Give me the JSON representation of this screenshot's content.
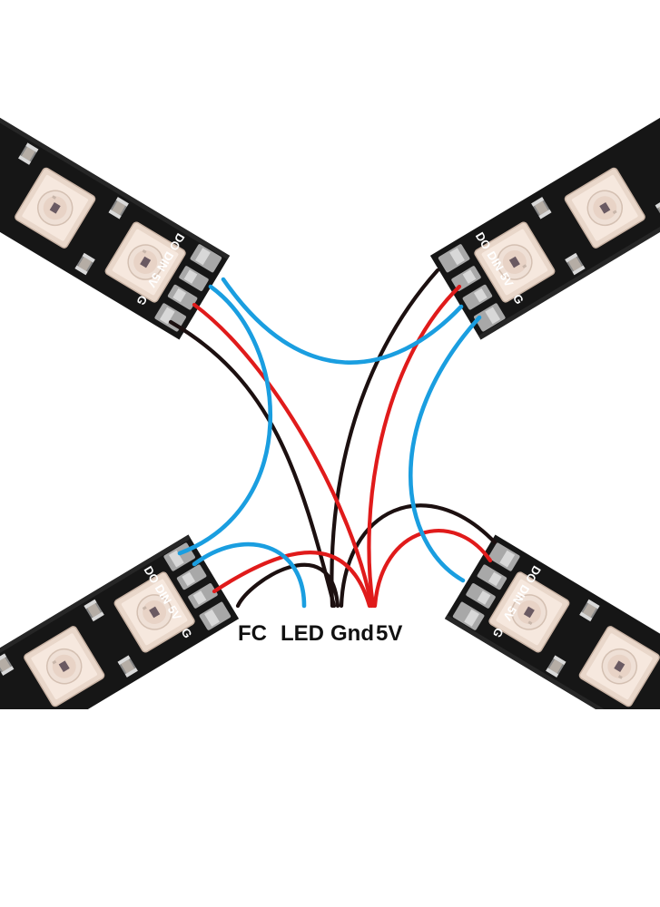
{
  "diagram": {
    "wire_labels": {
      "fc": "FC",
      "led": "LED",
      "gnd": "Gnd",
      "v5": "5V"
    },
    "pad_labels": {
      "g": "G",
      "v5": "5V",
      "din": "DIN",
      "do": "DO"
    },
    "strips": [
      {
        "position": "top-left",
        "leds_visible": 2
      },
      {
        "position": "top-right",
        "leds_visible": 2
      },
      {
        "position": "bottom-left",
        "leds_visible": 2
      },
      {
        "position": "bottom-right",
        "leds_visible": 2
      }
    ],
    "colors": {
      "strip_pcb": "#161616",
      "led_body": "#f3e3d8",
      "wire_data": "#1a9ee0",
      "wire_power": "#e01b1b",
      "wire_ground": "#1c1010",
      "label_text": "#111111"
    }
  }
}
